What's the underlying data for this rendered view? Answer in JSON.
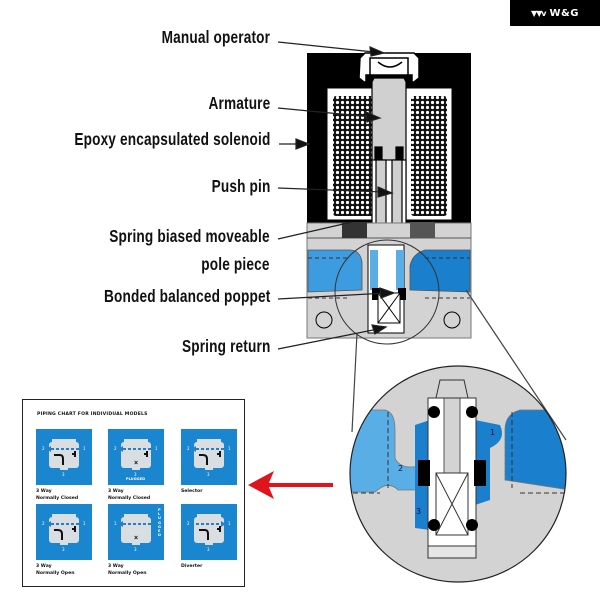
{
  "brand": {
    "logo_text": "W&G",
    "logo_mark": "▼▼v"
  },
  "labels": {
    "manual_operator": "Manual operator",
    "armature": "Armature",
    "epoxy_solenoid": "Epoxy encapsulated solenoid",
    "push_pin": "Push pin",
    "spring_pole_line1": "Spring biased moveable",
    "spring_pole_line2": "pole piece",
    "bonded_poppet": "Bonded balanced poppet",
    "spring_return": "Spring return"
  },
  "detail_view": {
    "port_labels": [
      "1",
      "2",
      "3"
    ]
  },
  "piping_chart": {
    "title": "PIPING CHART FOR INDIVIDUAL MODELS",
    "tiles": [
      {
        "line1": "3 Way",
        "line2": "Normally Closed",
        "ports": [
          "2",
          "1",
          "3"
        ]
      },
      {
        "line1": "3 Way",
        "line2": "Normally Closed",
        "ports": [
          "2",
          "1",
          "3"
        ],
        "note": "PLUGGED"
      },
      {
        "line1": "Selector",
        "line2": "",
        "ports": [
          "2",
          "1",
          "3"
        ]
      },
      {
        "line1": "3 Way",
        "line2": "Normally Open",
        "ports": [
          "2",
          "1",
          "3"
        ]
      },
      {
        "line1": "3 Way",
        "line2": "Normally Open",
        "ports": [
          "1",
          "3"
        ],
        "note": "PLUGGED"
      },
      {
        "line1": "Diverter",
        "line2": "",
        "ports": [
          "2",
          "1",
          "3"
        ]
      }
    ]
  },
  "colors": {
    "blue": "#1a86d0",
    "light_blue": "#5aaee6",
    "gray": "#d3d3d3",
    "red_arrow": "#e0141b"
  }
}
